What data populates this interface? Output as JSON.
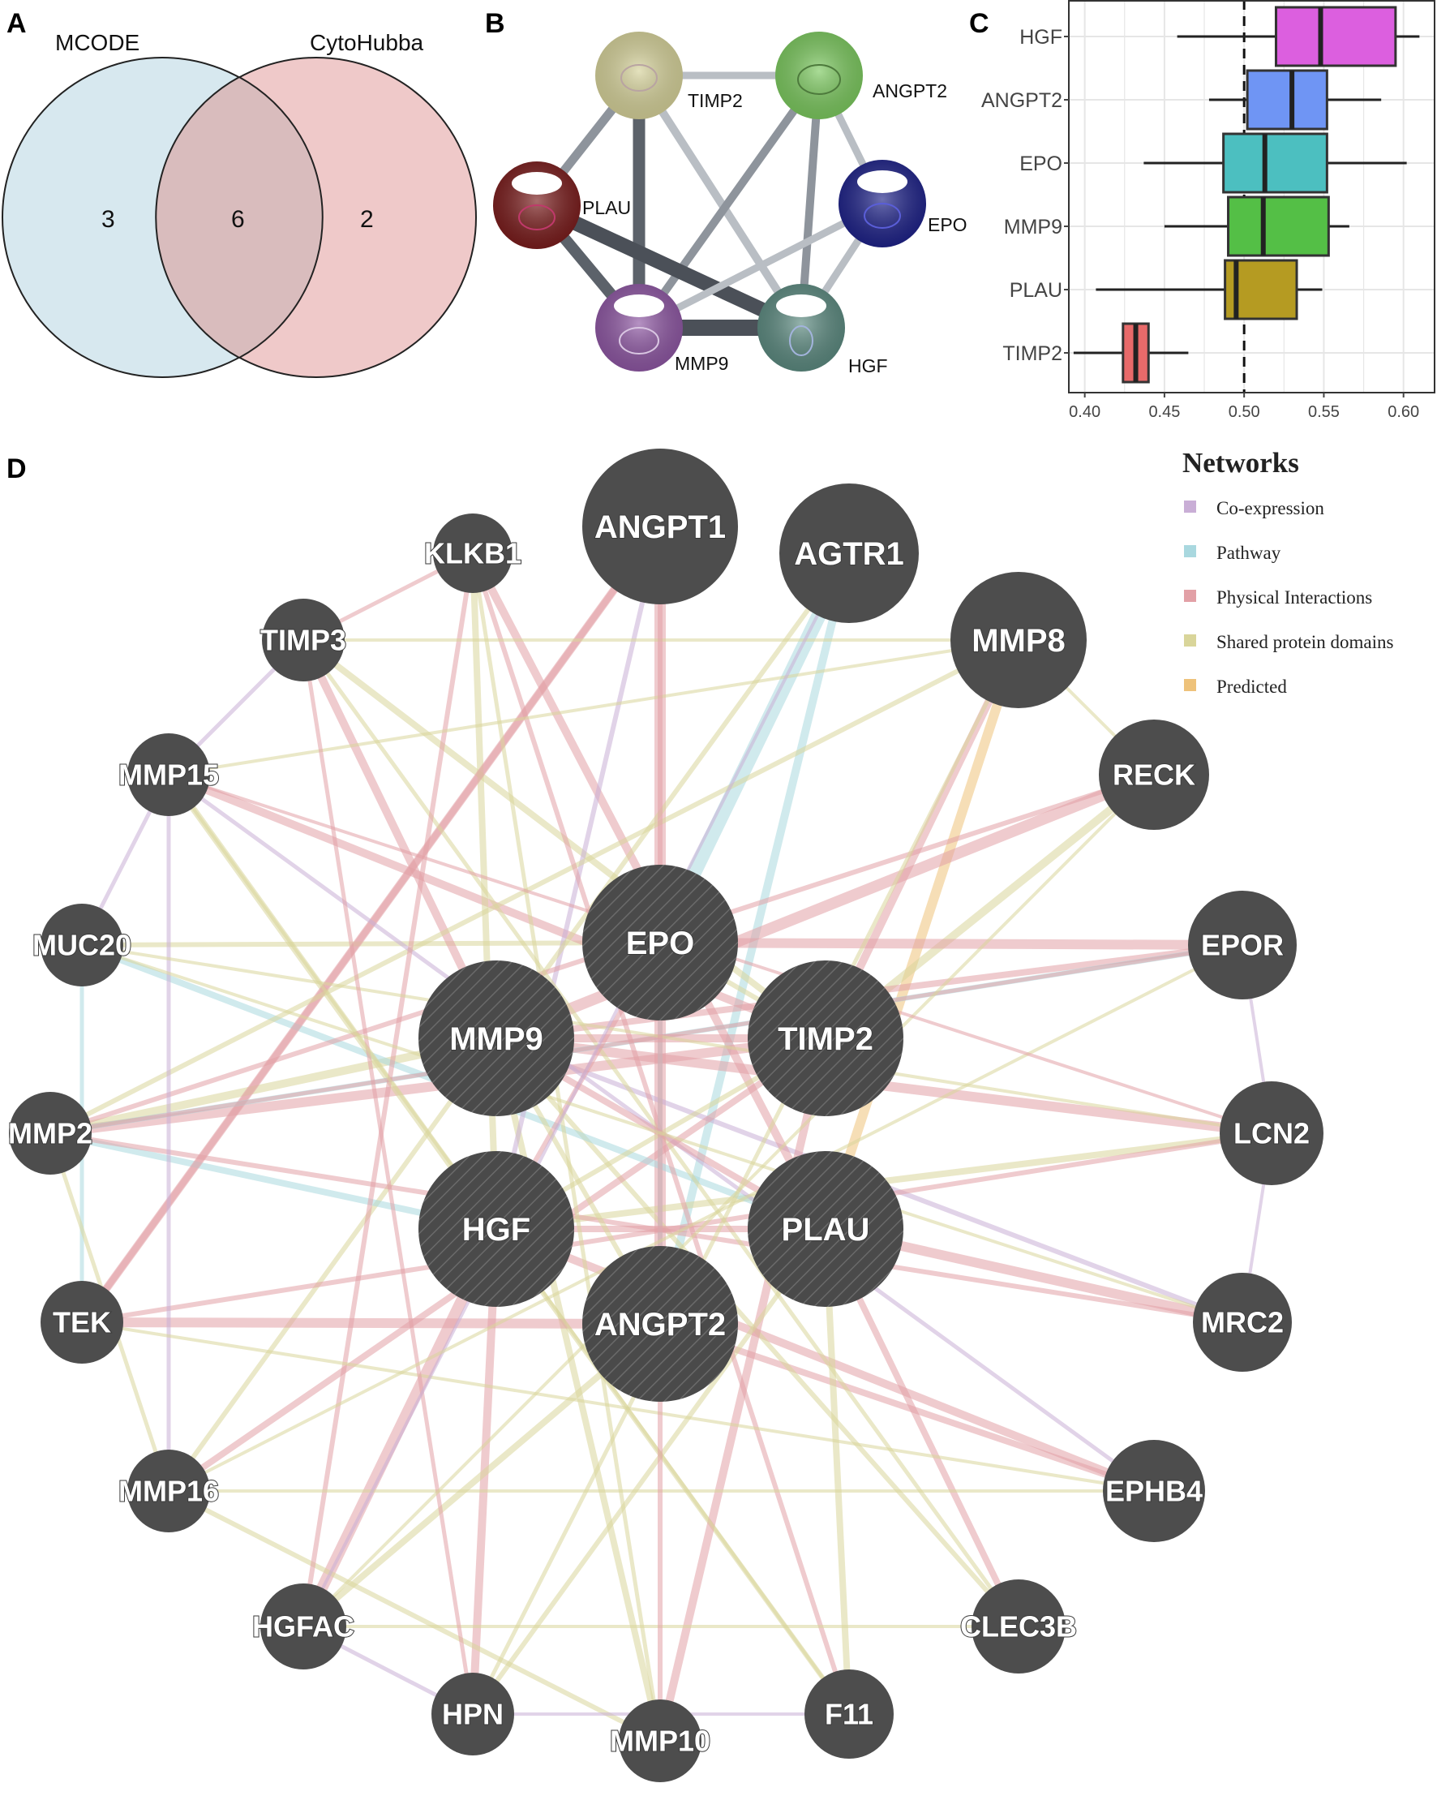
{
  "panels": {
    "a": {
      "label": "A",
      "left_title": "MCODE",
      "right_title": "CytoHubba",
      "left_only": "3",
      "overlap": "6",
      "right_only": "2",
      "colors": {
        "left": "#d7e8ef",
        "right": "#efc9c9",
        "overlap": "#d9bcbd"
      }
    },
    "b": {
      "label": "B",
      "nodes": [
        {
          "name": "TIMP2",
          "color": "#d6d29a"
        },
        {
          "name": "ANGPT2",
          "color": "#7cc95f"
        },
        {
          "name": "PLAU",
          "color": "#7a1d1d"
        },
        {
          "name": "EPO",
          "color": "#1f2389"
        },
        {
          "name": "MMP9",
          "color": "#8e57a3"
        },
        {
          "name": "HGF",
          "color": "#5c8a80"
        }
      ]
    },
    "c": {
      "label": "C"
    },
    "d": {
      "label": "D",
      "legend_title": "Networks",
      "legend": [
        {
          "label": "Co-expression",
          "color": "#c9aed6"
        },
        {
          "label": "Pathway",
          "color": "#a9d8df"
        },
        {
          "label": "Physical Interactions",
          "color": "#e2a0a6"
        },
        {
          "label": "Shared protein domains",
          "color": "#d9d59a"
        },
        {
          "label": "Predicted",
          "color": "#eec27a"
        }
      ],
      "hub_nodes": [
        "EPO",
        "MMP9",
        "TIMP2",
        "HGF",
        "PLAU",
        "ANGPT2"
      ],
      "outer_nodes": [
        "ANGPT1",
        "AGTR1",
        "KLKB1",
        "TIMP3",
        "MMP8",
        "MMP15",
        "RECK",
        "MUC20",
        "EPOR",
        "MMP2",
        "LCN2",
        "TEK",
        "MRC2",
        "MMP16",
        "EPHB4",
        "HGFAC",
        "CLEC3B",
        "HPN",
        "F11",
        "MMP10"
      ]
    }
  },
  "chart_data": {
    "type": "box",
    "categories": [
      "HGF",
      "ANGPT2",
      "EPO",
      "MMP9",
      "PLAU",
      "TIMP2"
    ],
    "boxes": [
      {
        "category": "HGF",
        "min": 0.458,
        "q1": 0.52,
        "median": 0.548,
        "q3": 0.595,
        "max": 0.61,
        "color": "#dc5fdf"
      },
      {
        "category": "ANGPT2",
        "min": 0.478,
        "q1": 0.502,
        "median": 0.53,
        "q3": 0.552,
        "max": 0.586,
        "color": "#6f95f4"
      },
      {
        "category": "EPO",
        "min": 0.437,
        "q1": 0.487,
        "median": 0.513,
        "q3": 0.552,
        "max": 0.602,
        "color": "#4cbfc0"
      },
      {
        "category": "MMP9",
        "min": 0.45,
        "q1": 0.49,
        "median": 0.512,
        "q3": 0.553,
        "max": 0.566,
        "color": "#54bf46"
      },
      {
        "category": "PLAU",
        "min": 0.407,
        "q1": 0.488,
        "median": 0.495,
        "q3": 0.533,
        "max": 0.549,
        "color": "#b59b22"
      },
      {
        "category": "TIMP2",
        "min": 0.393,
        "q1": 0.424,
        "median": 0.432,
        "q3": 0.44,
        "max": 0.465,
        "color": "#e86a6a"
      }
    ],
    "x_ticks": [
      "0.40",
      "0.45",
      "0.50",
      "0.55",
      "0.60"
    ],
    "xlim": [
      0.39,
      0.62
    ],
    "reference_line": 0.5,
    "grid": true
  }
}
